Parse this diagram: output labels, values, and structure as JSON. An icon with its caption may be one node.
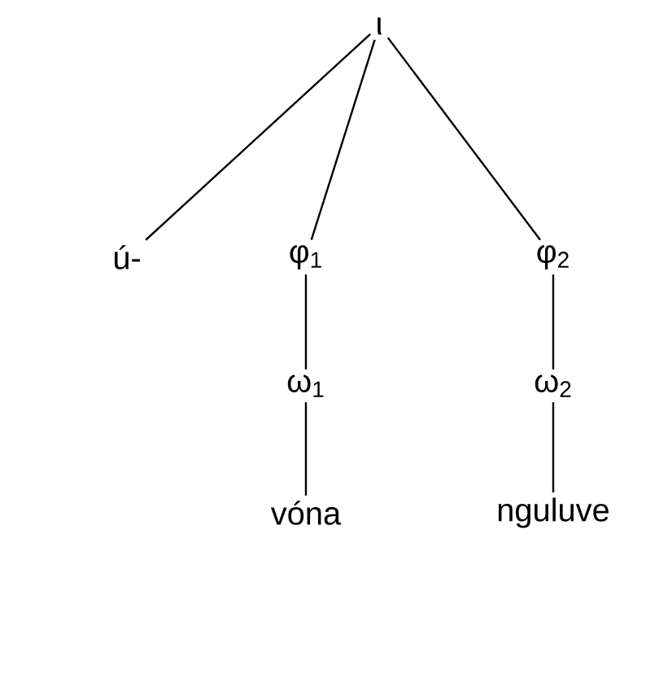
{
  "diagram": {
    "nodes": [
      {
        "text": [
          "ι"
        ]
      },
      {
        "text": [
          "ú-"
        ]
      },
      {
        "text": [
          "φ$_{1}$"
        ]
      },
      {
        "text": [
          "φ$_{2}$"
        ]
      },
      {
        "text": [
          "ω$_{1}$"
        ]
      },
      {
        "text": [
          "ω$_{2}$"
        ]
      },
      {
        "text": [
          "vóna"
        ]
      },
      {
        "text": [
          "nguluve"
        ]
      }
    ],
    "edges": [
      {
        "from": 0,
        "to": 1,
        "arrow": "none"
      },
      {
        "from": 0,
        "to": 2,
        "arrow": "none"
      },
      {
        "from": 0,
        "to": 3,
        "arrow": "none"
      },
      {
        "from": 2,
        "to": 4,
        "arrow": "none"
      },
      {
        "from": 4,
        "to": 6,
        "arrow": "none"
      },
      {
        "from": 3,
        "to": 5,
        "arrow": "none"
      },
      {
        "from": 5,
        "to": 7,
        "arrow": "none"
      }
    ]
  }
}
